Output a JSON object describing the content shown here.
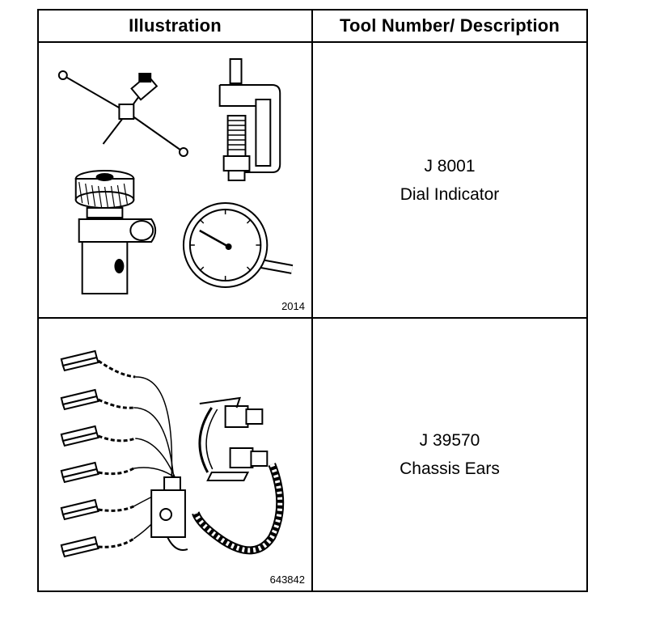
{
  "table": {
    "headers": [
      "Illustration",
      "Tool Number/ Description"
    ],
    "rows": [
      {
        "figure_number": "2014",
        "tool_number": "J 8001",
        "description": "Dial Indicator",
        "illustration": "dial-indicator-set"
      },
      {
        "figure_number": "643842",
        "tool_number": "J 39570",
        "description": "Chassis Ears",
        "illustration": "chassis-ears-harness"
      }
    ]
  }
}
